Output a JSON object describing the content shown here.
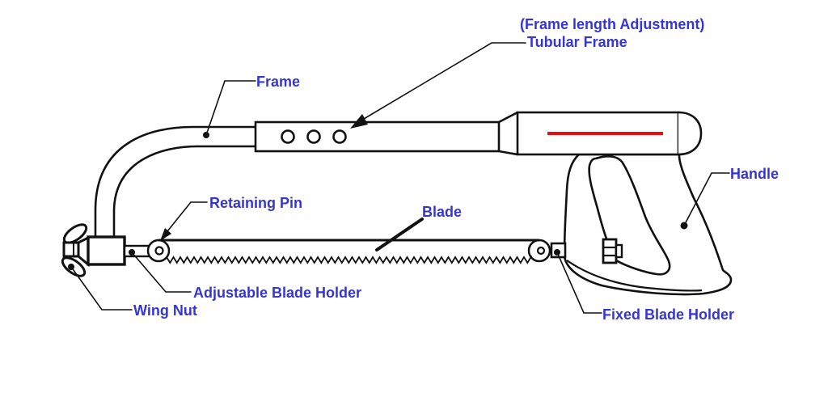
{
  "colors": {
    "label_blue": "#3535d1",
    "line_black": "#111111",
    "stripe_red": "#ee0b12",
    "background": "#ffffff"
  },
  "labels": {
    "frame_length_adjustment": "(Frame length Adjustment)",
    "tubular_frame": "Tubular Frame",
    "frame": "Frame",
    "handle": "Handle",
    "retaining_pin": "Retaining Pin",
    "blade": "Blade",
    "adjustable_blade_holder": "Adjustable Blade Holder",
    "wing_nut": "Wing Nut",
    "fixed_blade_holder": "Fixed Blade Holder"
  }
}
